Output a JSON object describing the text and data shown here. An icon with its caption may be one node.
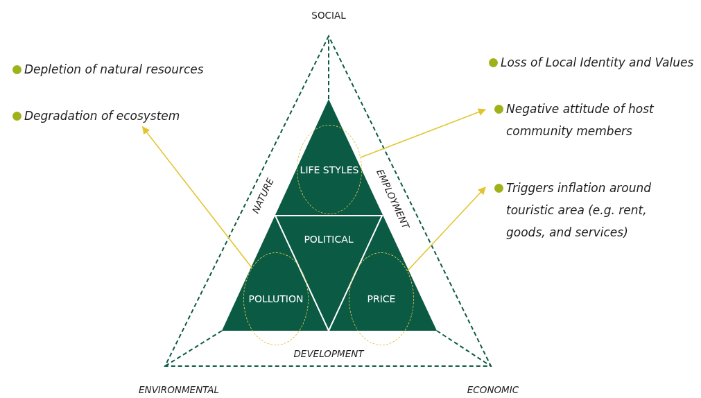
{
  "diagram": {
    "nodes": [
      {
        "text": [
          "LIFE STYLES"
        ]
      },
      {
        "text": [
          "POLITICAL"
        ]
      },
      {
        "text": [
          "POLLUTION"
        ]
      },
      {
        "text": [
          "PRICE"
        ]
      },
      {
        "text": [
          "Depletion of natural resources"
        ]
      },
      {
        "text": [
          "Degradation of ecosystem"
        ]
      },
      {
        "text": [
          "Loss of Local Identity and Values"
        ]
      },
      {
        "text": [
          "Negative attitude of host community members"
        ]
      },
      {
        "text": [
          "Triggers inflation around touristic area (e.g. rent, goods, and services)"
        ]
      }
    ],
    "edges": [
      {
        "from": 0,
        "to": 7,
        "arrow": "to"
      },
      {
        "from": 2,
        "to": 5,
        "arrow": "to"
      },
      {
        "from": 3,
        "to": 8,
        "arrow": "to"
      }
    ],
    "labels": [
      "SOCIAL",
      "NATURE",
      "EMPLOYMENT",
      "DEVELOPMENT",
      "ENVIRONMENTAL",
      "ECONOMIC"
    ]
  }
}
